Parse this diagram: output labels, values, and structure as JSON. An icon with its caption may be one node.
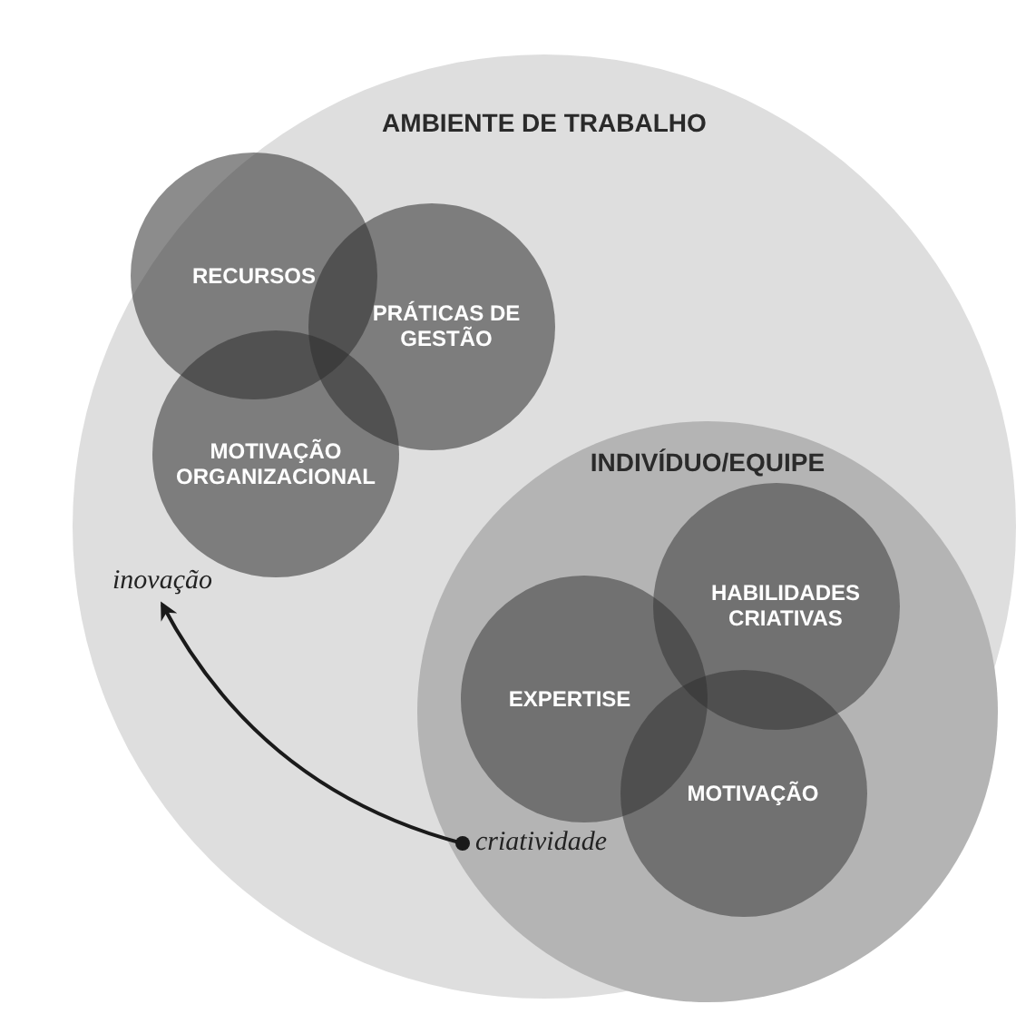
{
  "diagram": {
    "nodes": [
      {
        "text": [
          "AMBIENTE DE TRABALHO"
        ]
      },
      {
        "text": [
          "RECURSOS"
        ],
        "in": 0
      },
      {
        "text": [
          "PRÁTICAS DE GESTÃO"
        ],
        "in": 0
      },
      {
        "text": [
          "MOTIVAÇÃO ORGANIZACIONAL"
        ],
        "in": 0
      },
      {
        "text": [
          "INDIVÍDUO/EQUIPE"
        ],
        "in": 0
      },
      {
        "text": [
          "HABILIDADES CRIATIVAS"
        ],
        "in": 4
      },
      {
        "text": [
          "EXPERTISE"
        ],
        "in": 4
      },
      {
        "text": [
          "MOTIVAÇÃO"
        ],
        "in": 4
      },
      {
        "text": [
          "inovação"
        ],
        "in": 0
      },
      {
        "text": [
          "criatividade"
        ],
        "in": 4
      }
    ],
    "edges": [
      {
        "from": 9,
        "to": 8,
        "arrow": "to"
      }
    ]
  }
}
